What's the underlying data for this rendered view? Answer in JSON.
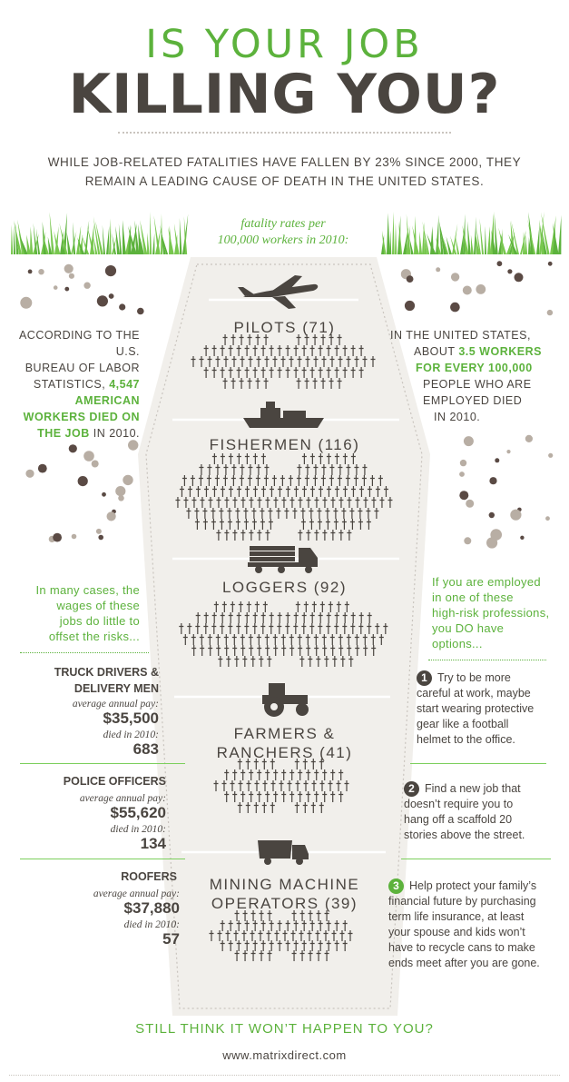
{
  "title": {
    "line1": "IS YOUR JOB",
    "line2": "KILLING YOU?"
  },
  "intro": {
    "line1": "WHILE JOB-RELATED FATALITIES HAVE FALLEN BY 23% SINCE 2000, THEY",
    "line2": "REMAIN A LEADING CAUSE OF DEATH IN THE UNITED STATES."
  },
  "fatality_label": {
    "line1": "fatality rates per",
    "line2": "100,000 workers in 2010:"
  },
  "categories": [
    {
      "label": "PILOTS (71)",
      "icon": "airplane-icon"
    },
    {
      "label": "FISHERMEN (116)",
      "icon": "ship-icon"
    },
    {
      "label": "LOGGERS (92)",
      "icon": "logging-truck-icon"
    },
    {
      "label_line1": "FARMERS &",
      "label_line2": "RANCHERS (41)",
      "icon": "tractor-icon"
    },
    {
      "label_line1": "MINING MACHINE",
      "label_line2": "OPERATORS (39)",
      "icon": "dump-truck-icon"
    }
  ],
  "left_stat": {
    "l1": "ACCORDING TO THE U.S.",
    "l2": "BUREAU OF LABOR",
    "l3": "STATISTICS,",
    "l3_green": "4,547",
    "l4": "AMERICAN",
    "l5": "WORKERS DIED ON",
    "l6_green": "THE JOB",
    "l6": "IN 2010."
  },
  "right_stat": {
    "l1": "IN THE UNITED STATES,",
    "l2": "ABOUT",
    "l2_green": "3.5 WORKERS",
    "l3_green": "FOR EVERY 100,000",
    "l4": "PEOPLE WHO ARE",
    "l5": "EMPLOYED DIED",
    "l6": "IN 2010."
  },
  "left_note": {
    "l1": "In many cases, the",
    "l2": "wages of these",
    "l3": "jobs do little to",
    "l4": "offset the risks..."
  },
  "right_note": {
    "l1": "If you are employed",
    "l2": "in one of these",
    "l3": "high-risk professions,",
    "l4": "you DO have",
    "l5": "options..."
  },
  "jobs": [
    {
      "name1": "TRUCK DRIVERS &",
      "name2": "DELIVERY MEN",
      "pay_label": "average annual pay:",
      "pay": "$35,500",
      "died_label": "died in 2010:",
      "died": "683"
    },
    {
      "name1": "POLICE OFFICERS",
      "pay_label": "average annual pay:",
      "pay": "$55,620",
      "died_label": "died in 2010:",
      "died": "134"
    },
    {
      "name1": "ROOFERS",
      "pay_label": "average annual pay:",
      "pay": "$37,880",
      "died_label": "died in 2010:",
      "died": "57"
    }
  ],
  "tips": [
    {
      "n": "1",
      "l1": "Try to be more",
      "l2": "careful at work, maybe",
      "l3": "start wearing protective",
      "l4": "gear like a football",
      "l5": "helmet to the office."
    },
    {
      "n": "2",
      "l1": "Find a new job that",
      "l2": "doesn’t require you to",
      "l3": "hang off a scaffold 20",
      "l4": "stories above the street."
    },
    {
      "n": "3",
      "l1": "Help protect your family’s",
      "l2": "financial future by purchasing",
      "l3": "term life insurance, at least",
      "l4": "your spouse and kids won’t",
      "l5": "have to recycle cans to make",
      "l6": "ends meet after you are gone."
    }
  ],
  "footer": {
    "question": "STILL THINK IT WON’T HAPPEN TO YOU?",
    "url": "www.matrixdirect.com"
  },
  "colors": {
    "green": "#5cb23c",
    "dark": "#4a4540",
    "coffin": "#f1efeb",
    "dirt_dark": "#5a4a44",
    "dirt_light": "#b8aea4"
  }
}
